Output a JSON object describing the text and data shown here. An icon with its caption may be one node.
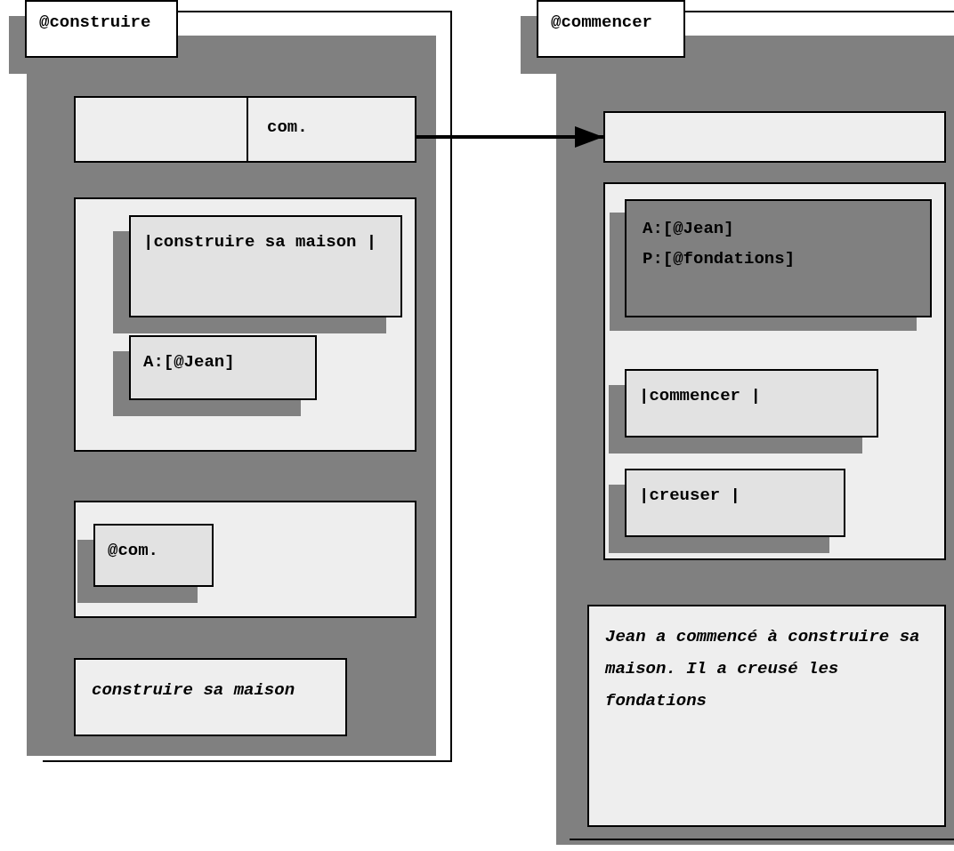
{
  "diagram": {
    "nodes": [
      {
        "text": [
          "@construire"
        ]
      },
      {
        "text": [
          "com."
        ],
        "in": 0
      },
      {
        "text": [],
        "shape": "box",
        "in": 0
      },
      {
        "text": [
          "|construire sa maison |"
        ],
        "in": 2
      },
      {
        "text": [
          "A:[@Jean]"
        ],
        "in": 2
      },
      {
        "text": [],
        "shape": "box",
        "in": 0
      },
      {
        "text": [
          "@com."
        ],
        "in": 5
      },
      {
        "text": [
          "construire sa maison"
        ],
        "in": 0
      },
      {
        "text": [
          "@commencer"
        ]
      },
      {
        "text": [],
        "shape": "box",
        "in": 8
      },
      {
        "text": [],
        "shape": "box",
        "in": 8
      },
      {
        "text": [
          "A:[@Jean]",
          "P:[@fondations]"
        ],
        "in": 10
      },
      {
        "text": [
          "|commencer |"
        ],
        "in": 10
      },
      {
        "text": [
          "|creuser |"
        ],
        "in": 10
      },
      {
        "text": [
          "Jean a commencé à construire sa maison. Il a creusé les fondations"
        ],
        "in": 8
      }
    ],
    "edges": [
      {
        "from": 1,
        "to": 9,
        "arrow": "to"
      }
    ]
  }
}
